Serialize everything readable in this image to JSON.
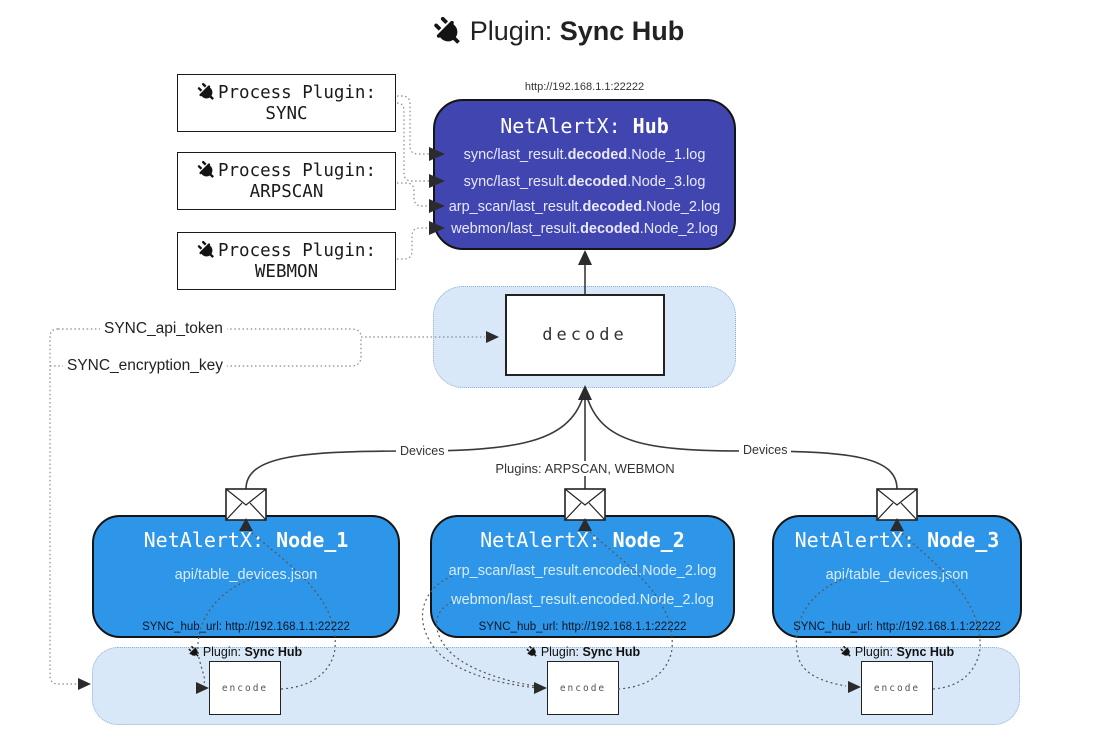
{
  "title": {
    "icon": "plug-icon",
    "prefix": "Plugin:",
    "name": "Sync Hub"
  },
  "process_plugins": [
    {
      "label": "Process Plugin:",
      "name": "SYNC"
    },
    {
      "label": "Process Plugin:",
      "name": "ARPSCAN"
    },
    {
      "label": "Process Plugin:",
      "name": "WEBMON"
    }
  ],
  "hub": {
    "url": "http://192.168.1.1:22222",
    "title_prefix": "NetAlertX: ",
    "title_name": "Hub",
    "logs": [
      {
        "pre": "sync/last_result.",
        "bold": "decoded",
        "post": ".Node_1.log"
      },
      {
        "pre": "sync/last_result.",
        "bold": "decoded",
        "post": ".Node_3.log"
      },
      {
        "pre": "arp_scan/last_result.",
        "bold": "decoded",
        "post": ".Node_2.log"
      },
      {
        "pre": "webmon/last_result.",
        "bold": "decoded",
        "post": ".Node_2.log"
      }
    ]
  },
  "decode": {
    "label": "decode"
  },
  "settings": {
    "api_token": "SYNC_api_token",
    "encryption_key": "SYNC_encryption_key"
  },
  "edges": {
    "left": "Devices",
    "center": "Plugins: ARPSCAN, WEBMON",
    "right": "Devices"
  },
  "nodes": [
    {
      "title_prefix": "NetAlertX: ",
      "title_name": "Node_1",
      "files": [
        "api/table_devices.json"
      ],
      "hub_url": "SYNC_hub_url: http://192.168.1.1:22222"
    },
    {
      "title_prefix": "NetAlertX: ",
      "title_name": "Node_2",
      "files": [
        "arp_scan/last_result.encoded.Node_2.log",
        "webmon/last_result.encoded.Node_2.log"
      ],
      "hub_url": "SYNC_hub_url: http://192.168.1.1:22222"
    },
    {
      "title_prefix": "NetAlertX: ",
      "title_name": "Node_3",
      "files": [
        "api/table_devices.json"
      ],
      "hub_url": "SYNC_hub_url: http://192.168.1.1:22222"
    }
  ],
  "encode_section": {
    "plugin_prefix": "Plugin: ",
    "plugin_name": "Sync Hub",
    "encode_label": "encode"
  },
  "colors": {
    "hub_bg": "#4145b0",
    "node_bg": "#2e96e8",
    "panel_bg": "#d9e8f8",
    "panel_border": "#8fb2d4"
  }
}
